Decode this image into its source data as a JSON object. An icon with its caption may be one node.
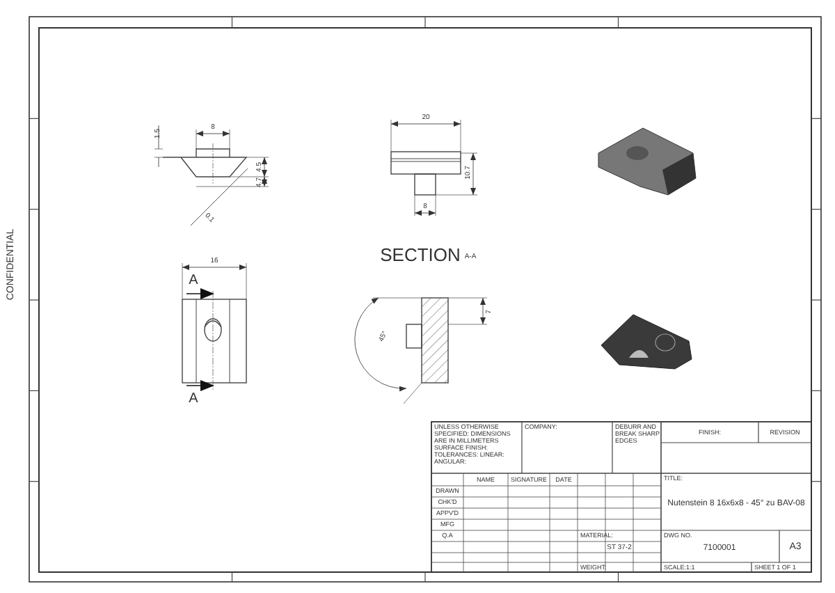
{
  "diagram": {
    "labels": [
      "1.5",
      "8",
      "4.5",
      "4.7",
      "0.1",
      "20",
      "10.7",
      "8",
      "SECTION",
      "A-A",
      "16",
      "A",
      "45°",
      "7",
      "A",
      "CONFIDENTIAL",
      "UNLESS OTHERWISE SPECIFIED: DIMENSIONS ARE IN MILLIMETERS SURFACE FINISH: TOLERANCES: LINEAR: ANGULAR:",
      "COMPANY:",
      "DEBURR AND BREAK SHARP EDGES",
      "FINISH:",
      "REVISION",
      "NAME",
      "SIGNATURE",
      "DATE",
      "DRAWN",
      "CHK'D",
      "APPV'D",
      "MFG",
      "Q.A",
      "TITLE:",
      "Nutenstein 8 16x6x8 - 45° zu BAV-08",
      "MATERIAL:",
      "ST 37-2",
      "DWG NO.",
      "7100001",
      "A3",
      "WEIGHT:",
      "SCALE:1:1",
      "SHEET 1 OF 1"
    ]
  }
}
